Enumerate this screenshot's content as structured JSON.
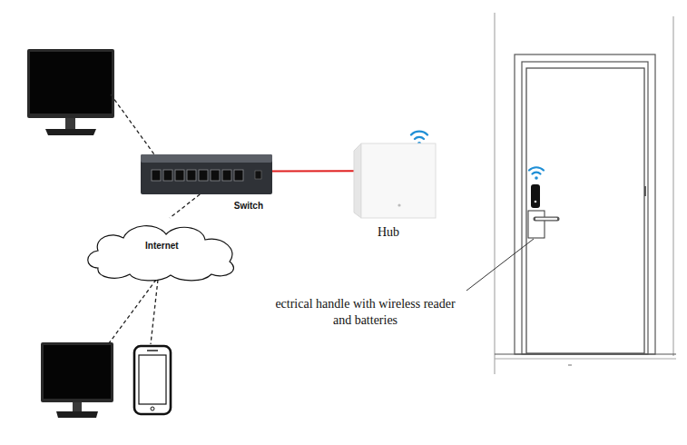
{
  "diagram": {
    "nodes": [
      {
        "text": [
          "Switch"
        ]
      },
      {
        "text": [
          "Internet"
        ]
      },
      {
        "text": [
          "Hub"
        ]
      }
    ],
    "edges": [
      {
        "from": 0,
        "to": 1,
        "arrow": "none"
      },
      {
        "from": 0,
        "to": 2,
        "arrow": "none"
      }
    ],
    "labels": [
      "ectrical handle with wireless reader and batteries"
    ]
  }
}
